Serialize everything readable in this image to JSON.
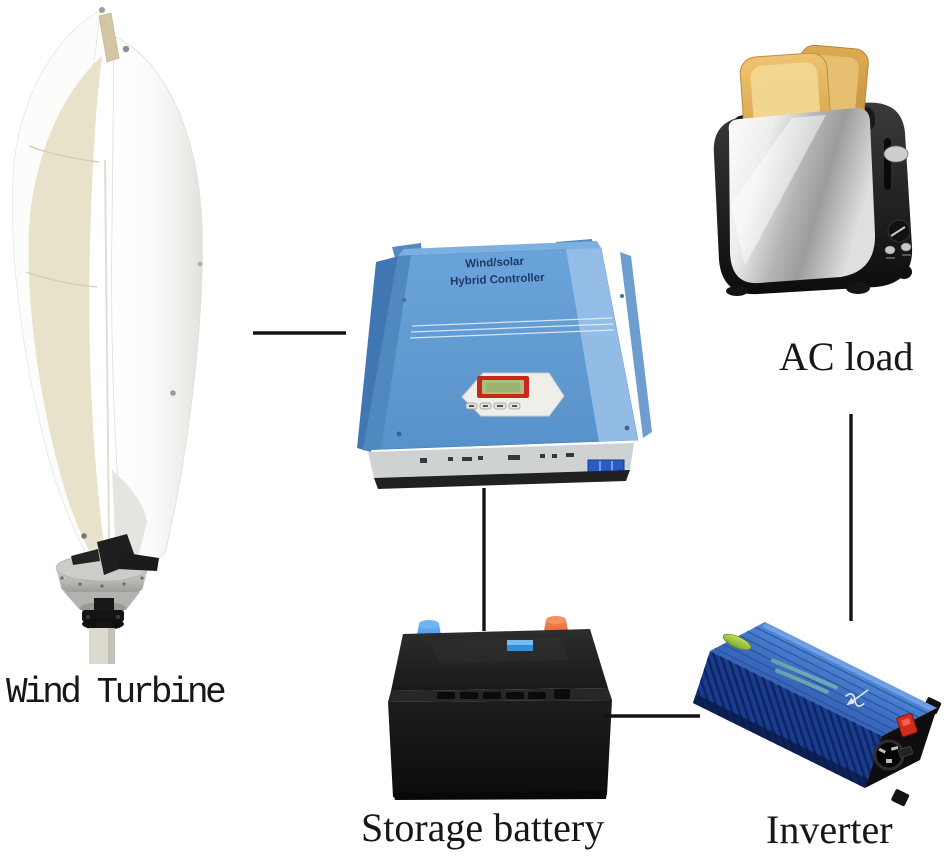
{
  "scene": {
    "background_color": "#ffffff",
    "connection_line_color": "#141414"
  },
  "labels": {
    "wind_turbine": "Wind Turbine",
    "ac_load": "AC load",
    "storage_battery": "Storage battery",
    "inverter": "Inverter"
  },
  "controller": {
    "title_line1": "Wind/solar",
    "title_line2": "Hybrid Controller",
    "body_color": "#619bd3",
    "text_color": "#1c3a66",
    "lcd_frame_color": "#c8281e",
    "lcd_screen_color": "#a9c080"
  },
  "components": {
    "wind_turbine": {
      "icon": "vertical-axis-wind-turbine",
      "blade_color": "#fcfcfb",
      "inner_blade_color": "#e9e2ca"
    },
    "ac_load": {
      "icon": "toaster",
      "body_color": "#1f1f1f",
      "panel_color": "#c9c9c9",
      "toast_color": "#e8bc64"
    },
    "storage_battery": {
      "icon": "lead-acid-battery",
      "body_color": "#161616",
      "negative_terminal_color": "#3b82d8",
      "positive_terminal_color": "#ee4a21",
      "label_color": "#2f8fd8"
    },
    "inverter": {
      "icon": "pure-sine-wave-inverter",
      "body_color": "#2e5cb0",
      "fin_color": "#1a3c8e",
      "switch_color": "#d32b1d",
      "logo_color": "#8fc43c"
    }
  },
  "connections": [
    {
      "from": "wind-turbine",
      "to": "hybrid-controller",
      "orientation": "horizontal"
    },
    {
      "from": "hybrid-controller",
      "to": "storage-battery",
      "orientation": "vertical"
    },
    {
      "from": "storage-battery",
      "to": "inverter",
      "orientation": "horizontal"
    },
    {
      "from": "ac-load",
      "to": "inverter",
      "orientation": "vertical"
    }
  ]
}
